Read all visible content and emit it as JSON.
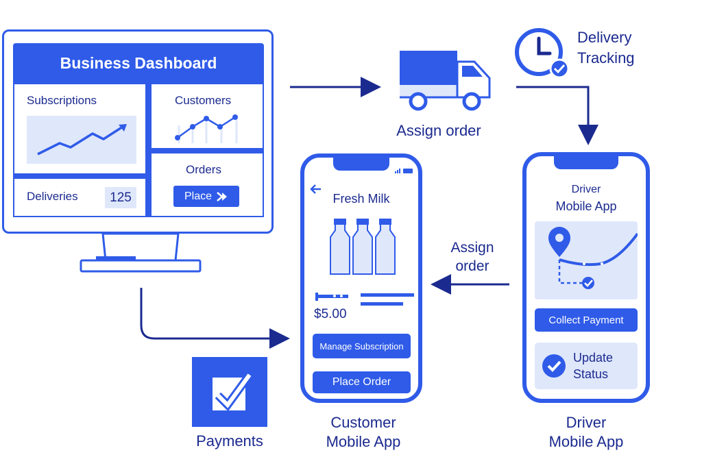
{
  "dashboard": {
    "title": "Business Dashboard",
    "subscriptions_label": "Subscriptions",
    "customers_label": "Customers",
    "orders_label": "Orders",
    "place_button": "Place",
    "deliveries_label": "Deliveries",
    "deliveries_count": "125"
  },
  "assign_top": {
    "label": "Assign order"
  },
  "tracking": {
    "label_line1": "Delivery",
    "label_line2": "Tracking"
  },
  "customer_app": {
    "product_title": "Fresh Milk",
    "price": "$5.00",
    "manage_button": "Manage Subscription",
    "place_order_button": "Place Order",
    "caption_line1": "Customer",
    "caption_line2": "Mobile App"
  },
  "assign_mid": {
    "label_line1": "Assign",
    "label_line2": "order"
  },
  "driver_app": {
    "title_line1": "Driver",
    "title_line2": "Mobile App",
    "collect_button": "Collect Payment",
    "update_line1": "Update",
    "update_line2": "Status",
    "caption_line1": "Driver",
    "caption_line2": "Mobile App"
  },
  "payments": {
    "label": "Payments"
  },
  "colors": {
    "primary": "#2f5be8",
    "navy": "#1b2a8f",
    "light": "#dfe7fb"
  }
}
